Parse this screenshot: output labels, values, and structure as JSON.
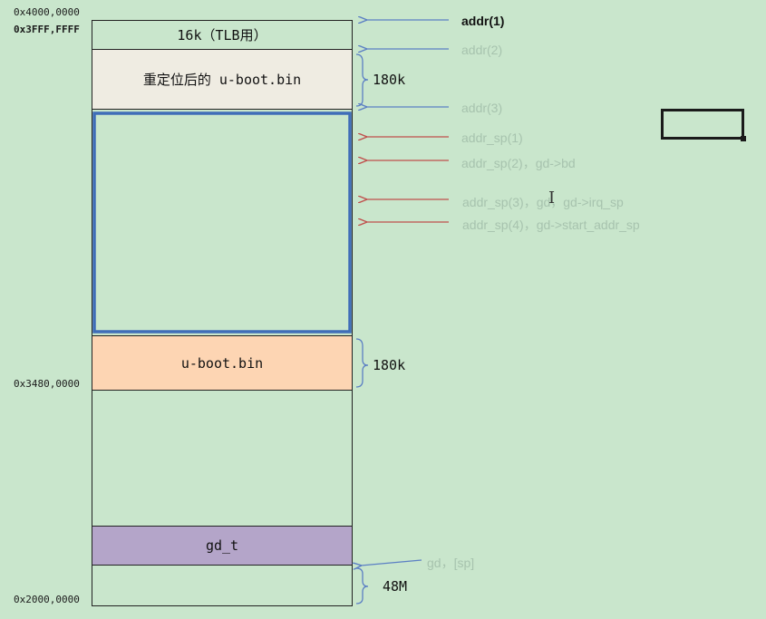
{
  "address_labels": {
    "top_start": "0x4000,0000",
    "top_end": "0x3FFF,FFFF",
    "uboot_base": "0x3480,0000",
    "bottom": "0x2000,0000"
  },
  "blocks": {
    "tlb": "16k（TLB用）",
    "relocated": "重定位后的 u-boot.bin",
    "uboot": "u-boot.bin",
    "gd_t": "gd_t"
  },
  "braces": {
    "relocated_size": "180k",
    "uboot_size": "180k",
    "bottom_size": "48M"
  },
  "arrows": {
    "addr1": "addr(1)",
    "addr2": "addr(2)",
    "addr3": "addr(3)",
    "sp1": "addr_sp(1)",
    "sp2": "addr_sp(2)，gd->bd",
    "sp3": "addr_sp(3)，gd，gd->irq_sp",
    "sp4": "addr_sp(4)，gd->start_addr_sp",
    "gd_sp": "gd，[sp]"
  },
  "colors": {
    "background": "#c9e6cc",
    "relocated_fill": "#efece2",
    "uboot_fill": "#fdd5b3",
    "gd_t_fill": "#b4a5c9",
    "highlight_border": "#3f6db8",
    "blue_arrow": "#5b7fc4",
    "red_arrow": "#c0504d"
  }
}
